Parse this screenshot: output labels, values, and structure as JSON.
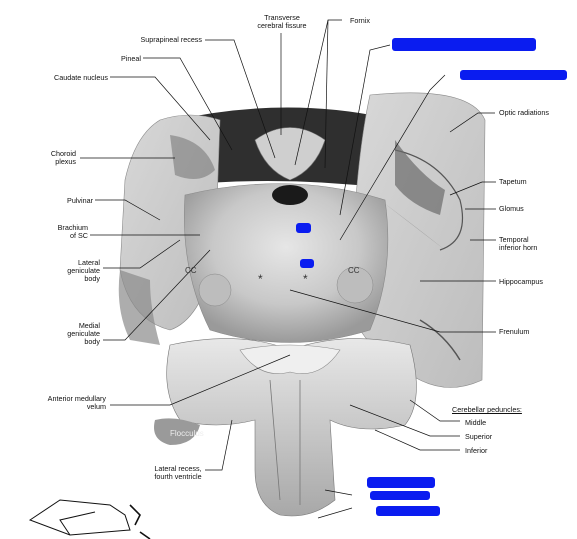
{
  "labels": {
    "transverse": "Transverse\ncerebral fissure",
    "fornix": "Fornix",
    "suprapineal": "Suprapineal recess",
    "pineal": "Pineal",
    "caudate": "Caudate nucleus",
    "choroid": "Choroid\nplexus",
    "pulvinar": "Pulvinar",
    "brachium": "Brachium\nof SC",
    "lgb": "Lateral\ngeniculate\nbody",
    "mgb": "Medial\ngeniculate\nbody",
    "amv": "Anterior medullary\nvelum",
    "lateral_recess": "Lateral recess,\nfourth ventricle",
    "optic": "Optic radiations",
    "tapetum": "Tapetum",
    "glomus": "Glomus",
    "temporal": "Temporal\ninferior horn",
    "hippocampus": "Hippocampus",
    "frenulum": "Frenulum",
    "cerebellar": "Cerebellar peduncles:",
    "middle": "Middle",
    "superior": "Superior",
    "inferior": "Inferior",
    "flocculus": "Flocculus",
    "cc_left": "CC",
    "cc_right": "CC",
    "asterisk_left": "*",
    "asterisk_right": "*"
  },
  "colors": {
    "redaction": "#0a1cf0",
    "leader": "#111111",
    "specimen_light": "#d9d9d9",
    "specimen_dark": "#3a3a3a"
  }
}
